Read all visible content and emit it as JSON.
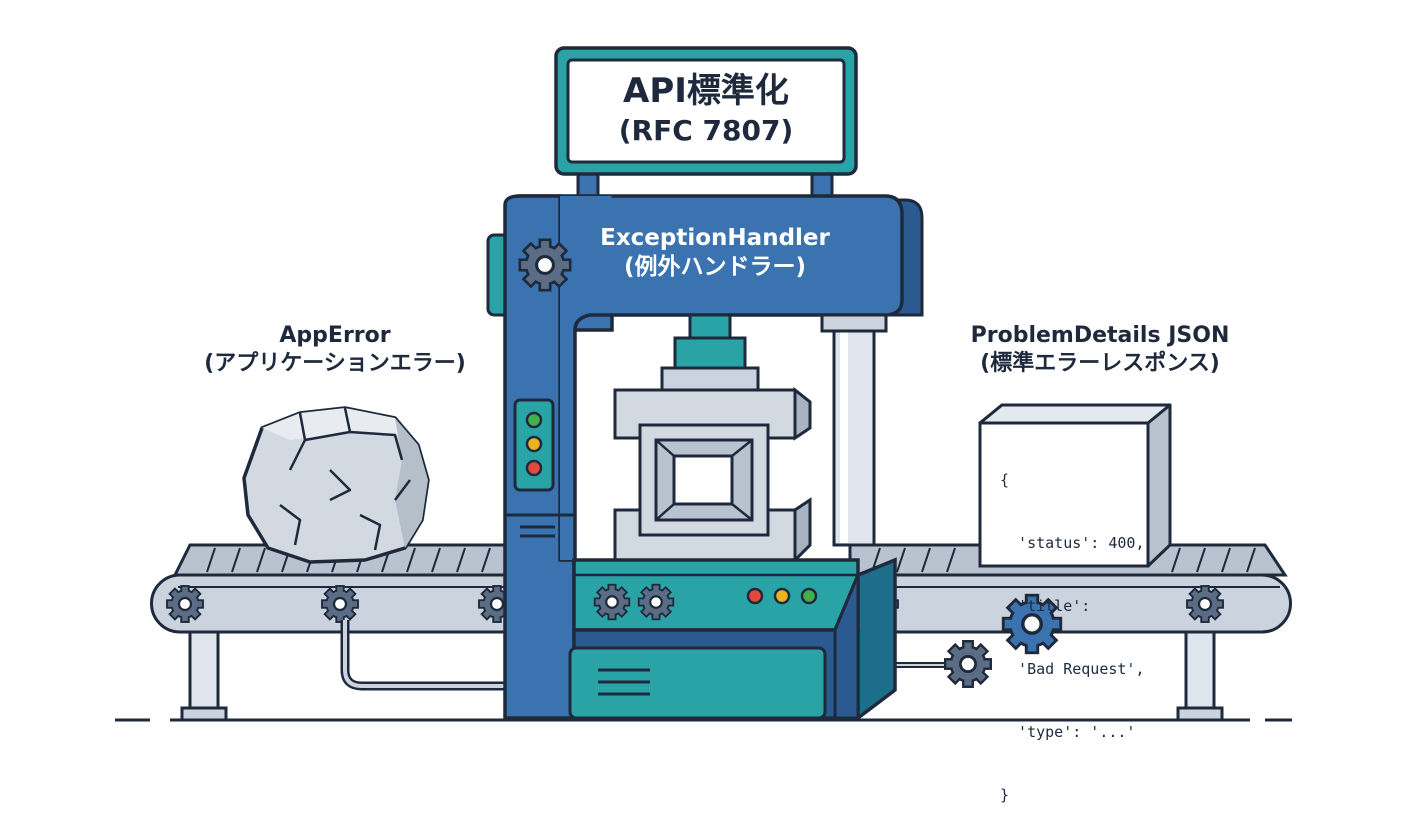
{
  "sign": {
    "line1": "API標準化",
    "line2": "(RFC 7807)"
  },
  "machine": {
    "line1": "ExceptionHandler",
    "line2": "(例外ハンドラー)"
  },
  "input": {
    "line1": "AppError",
    "line2": "(アプリケーションエラー)"
  },
  "output": {
    "line1": "ProblemDetails JSON",
    "line2": "(標準エラーレスポンス)",
    "json_lines": [
      "{",
      "  'status': 400,",
      "  'title':",
      "  'Bad Request',",
      "  'type': '...'",
      "}"
    ]
  },
  "colors": {
    "outline": "#1e2a3c",
    "machine_blue": "#3b73b1",
    "teal": "#2aa3a6",
    "teal_dark": "#1d8b8f",
    "belt_gray": "#cbd4de",
    "rock": "#d3d9e0",
    "light_red": "#e04a3b",
    "light_yellow": "#e8b422",
    "light_green": "#43b04a"
  }
}
